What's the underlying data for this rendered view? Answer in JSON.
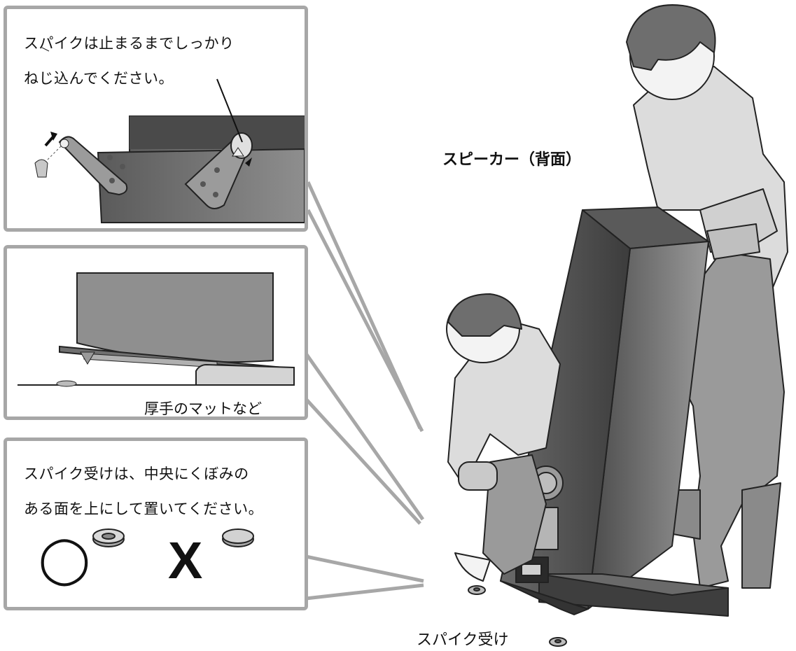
{
  "panels": {
    "top": {
      "lines": [
        "スパイクは止まるまでしっかり",
        "ねじ込んでください。"
      ]
    },
    "middle": {
      "caption": "厚手のマットなど"
    },
    "bottom": {
      "lines": [
        "スパイク受けは、中央にくぼみの",
        "ある面を上にして置いてください。"
      ],
      "ok_symbol": "◯",
      "ng_symbol": "X"
    }
  },
  "labels": {
    "speaker_back": "スピーカー（背面）",
    "spike_receiver": "スパイク受け"
  },
  "colors": {
    "panel_border": "#a7a7a7",
    "speaker_dark": "#555555",
    "speaker_mid": "#8a8a8a",
    "outline": "#222222",
    "clothing": "#d8d8d8"
  }
}
